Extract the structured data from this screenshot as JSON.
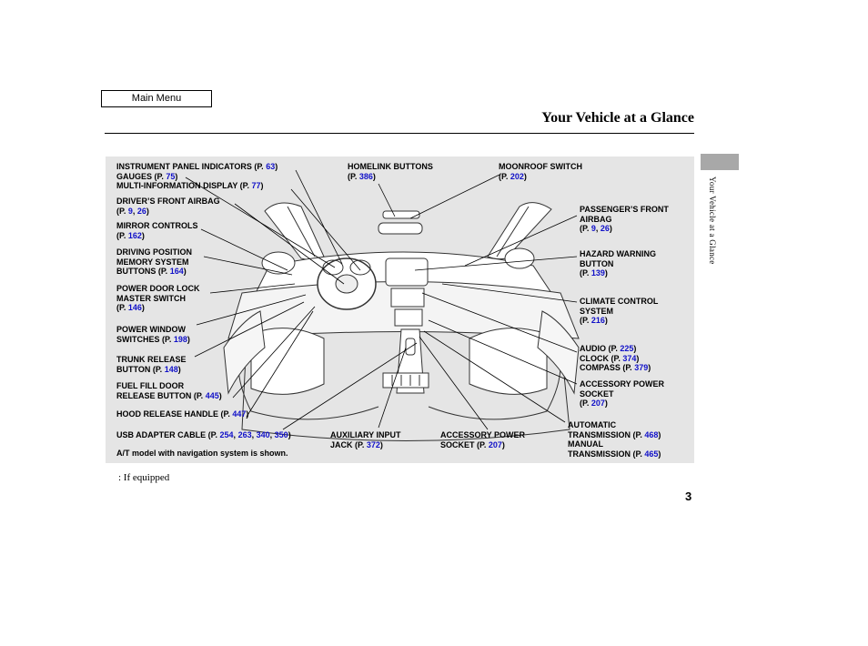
{
  "header": {
    "main_menu_label": "Main Menu",
    "title": "Your Vehicle at a Glance"
  },
  "side_tab_label": "Your Vehicle at a Glance",
  "diagram": {
    "labels": [
      {
        "id": "instrument",
        "parts": [
          [
            "INSTRUMENT PANEL INDICATORS (P. ",
            ""
          ],
          [
            "63",
            "link"
          ],
          [
            ")",
            ""
          ],
          [
            "\n",
            ""
          ],
          [
            "GAUGES (P. ",
            ""
          ],
          [
            "75",
            "link"
          ],
          [
            ")",
            ""
          ],
          [
            "\n",
            ""
          ],
          [
            "MULTI-INFORMATION DISPLAY (P. ",
            ""
          ],
          [
            "77",
            "link"
          ],
          [
            ")",
            ""
          ]
        ]
      },
      {
        "id": "airbag-driver",
        "parts": [
          [
            "DRIVER’S FRONT AIRBAG",
            ""
          ],
          [
            "\n",
            ""
          ],
          [
            "(P. ",
            ""
          ],
          [
            "9",
            "link"
          ],
          [
            ", ",
            ""
          ],
          [
            "26",
            "link"
          ],
          [
            ")",
            ""
          ]
        ]
      },
      {
        "id": "mirror",
        "parts": [
          [
            "MIRROR CONTROLS",
            ""
          ],
          [
            "\n",
            ""
          ],
          [
            "(P. ",
            ""
          ],
          [
            "162",
            "link"
          ],
          [
            ")",
            ""
          ]
        ]
      },
      {
        "id": "memory",
        "parts": [
          [
            "DRIVING POSITION",
            ""
          ],
          [
            "\n",
            ""
          ],
          [
            "MEMORY SYSTEM",
            ""
          ],
          [
            "\n",
            ""
          ],
          [
            "BUTTONS (P. ",
            ""
          ],
          [
            "164",
            "link"
          ],
          [
            ")",
            ""
          ]
        ]
      },
      {
        "id": "doorlock",
        "parts": [
          [
            "POWER DOOR LOCK",
            ""
          ],
          [
            "\n",
            ""
          ],
          [
            "MASTER SWITCH",
            ""
          ],
          [
            "\n",
            ""
          ],
          [
            "(P. ",
            ""
          ],
          [
            "146",
            "link"
          ],
          [
            ")",
            ""
          ]
        ]
      },
      {
        "id": "window",
        "parts": [
          [
            "POWER WINDOW",
            ""
          ],
          [
            "\n",
            ""
          ],
          [
            "SWITCHES (P. ",
            ""
          ],
          [
            "198",
            "link"
          ],
          [
            ")",
            ""
          ]
        ]
      },
      {
        "id": "trunk",
        "parts": [
          [
            "TRUNK RELEASE",
            ""
          ],
          [
            "\n",
            ""
          ],
          [
            "BUTTON (P. ",
            ""
          ],
          [
            "148",
            "link"
          ],
          [
            ")",
            ""
          ]
        ]
      },
      {
        "id": "fuel",
        "parts": [
          [
            "FUEL FILL DOOR",
            ""
          ],
          [
            "\n",
            ""
          ],
          [
            "RELEASE BUTTON (P. ",
            ""
          ],
          [
            "445",
            "link"
          ],
          [
            ")",
            ""
          ]
        ]
      },
      {
        "id": "hood",
        "parts": [
          [
            "HOOD RELEASE HANDLE (P. ",
            ""
          ],
          [
            "447",
            "link"
          ],
          [
            ")",
            ""
          ]
        ]
      },
      {
        "id": "usb",
        "parts": [
          [
            "USB ADAPTER CABLE (P. ",
            ""
          ],
          [
            "254",
            "link"
          ],
          [
            ", ",
            ""
          ],
          [
            "263",
            "link"
          ],
          [
            ", ",
            ""
          ],
          [
            "340",
            "link"
          ],
          [
            ", ",
            ""
          ],
          [
            "350",
            "link"
          ],
          [
            ")",
            ""
          ]
        ]
      },
      {
        "id": "note",
        "parts": [
          [
            "A/T model with navigation system is shown.",
            ""
          ]
        ]
      },
      {
        "id": "homelink",
        "parts": [
          [
            "HOMELINK BUTTONS",
            ""
          ],
          [
            "\n",
            ""
          ],
          [
            "(P. ",
            ""
          ],
          [
            "386",
            "link"
          ],
          [
            ")",
            ""
          ]
        ]
      },
      {
        "id": "moonroof",
        "parts": [
          [
            "MOONROOF SWITCH",
            ""
          ],
          [
            "\n",
            ""
          ],
          [
            "(P. ",
            ""
          ],
          [
            "202",
            "link"
          ],
          [
            ")",
            ""
          ]
        ]
      },
      {
        "id": "airbag-pass",
        "parts": [
          [
            "PASSENGER’S FRONT",
            ""
          ],
          [
            "\n",
            ""
          ],
          [
            "AIRBAG",
            ""
          ],
          [
            "\n",
            ""
          ],
          [
            "(P. ",
            ""
          ],
          [
            "9",
            "link"
          ],
          [
            ", ",
            ""
          ],
          [
            "26",
            "link"
          ],
          [
            ")",
            ""
          ]
        ]
      },
      {
        "id": "hazard",
        "parts": [
          [
            "HAZARD WARNING",
            ""
          ],
          [
            "\n",
            ""
          ],
          [
            "BUTTON",
            ""
          ],
          [
            "\n",
            ""
          ],
          [
            "(P. ",
            ""
          ],
          [
            "139",
            "link"
          ],
          [
            ")",
            ""
          ]
        ]
      },
      {
        "id": "climate",
        "parts": [
          [
            "CLIMATE CONTROL",
            ""
          ],
          [
            "\n",
            ""
          ],
          [
            "SYSTEM",
            ""
          ],
          [
            "\n",
            ""
          ],
          [
            "(P. ",
            ""
          ],
          [
            "216",
            "link"
          ],
          [
            ")",
            ""
          ]
        ]
      },
      {
        "id": "audio",
        "parts": [
          [
            "AUDIO (P. ",
            ""
          ],
          [
            "225",
            "link"
          ],
          [
            ")",
            ""
          ],
          [
            "\n",
            ""
          ],
          [
            "CLOCK (P. ",
            ""
          ],
          [
            "374",
            "link"
          ],
          [
            ")",
            ""
          ],
          [
            "\n",
            ""
          ],
          [
            "COMPASS    (P. ",
            ""
          ],
          [
            "379",
            "link"
          ],
          [
            ")",
            ""
          ]
        ]
      },
      {
        "id": "acc-power-right",
        "parts": [
          [
            "ACCESSORY POWER",
            ""
          ],
          [
            "\n",
            ""
          ],
          [
            "SOCKET",
            ""
          ],
          [
            "\n",
            ""
          ],
          [
            "(P. ",
            ""
          ],
          [
            "207",
            "link"
          ],
          [
            ")",
            ""
          ]
        ]
      },
      {
        "id": "transmission",
        "parts": [
          [
            "AUTOMATIC",
            ""
          ],
          [
            "\n",
            ""
          ],
          [
            "TRANSMISSION (P. ",
            ""
          ],
          [
            "468",
            "link"
          ],
          [
            ")",
            ""
          ],
          [
            "\n",
            ""
          ],
          [
            "MANUAL",
            ""
          ],
          [
            "\n",
            ""
          ],
          [
            "TRANSMISSION (P. ",
            ""
          ],
          [
            "465",
            "link"
          ],
          [
            ")",
            ""
          ]
        ]
      },
      {
        "id": "aux",
        "parts": [
          [
            "AUXILIARY INPUT",
            ""
          ],
          [
            "\n",
            ""
          ],
          [
            "JACK (P. ",
            ""
          ],
          [
            "372",
            "link"
          ],
          [
            ")",
            ""
          ]
        ]
      },
      {
        "id": "acc-power-bottom",
        "parts": [
          [
            "ACCESSORY POWER",
            ""
          ],
          [
            "\n",
            ""
          ],
          [
            "SOCKET (P. ",
            ""
          ],
          [
            "207",
            "link"
          ],
          [
            ")",
            ""
          ]
        ]
      }
    ]
  },
  "footnote": ":  If equipped",
  "page_number": "3",
  "colors": {
    "link": "#1010c8",
    "panel": "#e5e5e5",
    "tab": "#a8a8a8"
  }
}
